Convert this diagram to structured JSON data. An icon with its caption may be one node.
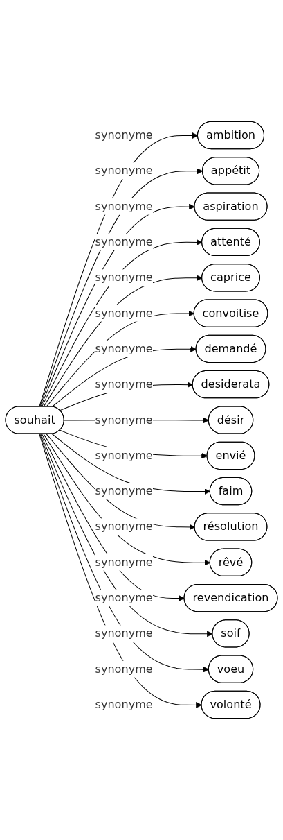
{
  "diagram": {
    "nodes": [
      {
        "text": [
          "souhait"
        ]
      },
      {
        "text": [
          "ambition"
        ]
      },
      {
        "text": [
          "appétit"
        ]
      },
      {
        "text": [
          "aspiration"
        ]
      },
      {
        "text": [
          "attenté"
        ]
      },
      {
        "text": [
          "caprice"
        ]
      },
      {
        "text": [
          "convoitise"
        ]
      },
      {
        "text": [
          "demandé"
        ]
      },
      {
        "text": [
          "desiderata"
        ]
      },
      {
        "text": [
          "désir"
        ]
      },
      {
        "text": [
          "envié"
        ]
      },
      {
        "text": [
          "faim"
        ]
      },
      {
        "text": [
          "résolution"
        ]
      },
      {
        "text": [
          "rêvé"
        ]
      },
      {
        "text": [
          "revendication"
        ]
      },
      {
        "text": [
          "soif"
        ]
      },
      {
        "text": [
          "voeu"
        ]
      },
      {
        "text": [
          "volonté"
        ]
      }
    ],
    "edges": [
      {
        "from": 0,
        "to": 1,
        "arrow": "to",
        "label": "synonyme"
      },
      {
        "from": 0,
        "to": 2,
        "arrow": "to",
        "label": "synonyme"
      },
      {
        "from": 0,
        "to": 3,
        "arrow": "to",
        "label": "synonyme"
      },
      {
        "from": 0,
        "to": 4,
        "arrow": "to",
        "label": "synonyme"
      },
      {
        "from": 0,
        "to": 5,
        "arrow": "to",
        "label": "synonyme"
      },
      {
        "from": 0,
        "to": 6,
        "arrow": "to",
        "label": "synonyme"
      },
      {
        "from": 0,
        "to": 7,
        "arrow": "to",
        "label": "synonyme"
      },
      {
        "from": 0,
        "to": 8,
        "arrow": "to",
        "label": "synonyme"
      },
      {
        "from": 0,
        "to": 9,
        "arrow": "to",
        "label": "synonyme"
      },
      {
        "from": 0,
        "to": 10,
        "arrow": "to",
        "label": "synonyme"
      },
      {
        "from": 0,
        "to": 11,
        "arrow": "to",
        "label": "synonyme"
      },
      {
        "from": 0,
        "to": 12,
        "arrow": "to",
        "label": "synonyme"
      },
      {
        "from": 0,
        "to": 13,
        "arrow": "to",
        "label": "synonyme"
      },
      {
        "from": 0,
        "to": 14,
        "arrow": "to",
        "label": "synonyme"
      },
      {
        "from": 0,
        "to": 15,
        "arrow": "to",
        "label": "synonyme"
      },
      {
        "from": 0,
        "to": 16,
        "arrow": "to",
        "label": "synonyme"
      },
      {
        "from": 0,
        "to": 17,
        "arrow": "to",
        "label": "synonyme"
      }
    ]
  }
}
